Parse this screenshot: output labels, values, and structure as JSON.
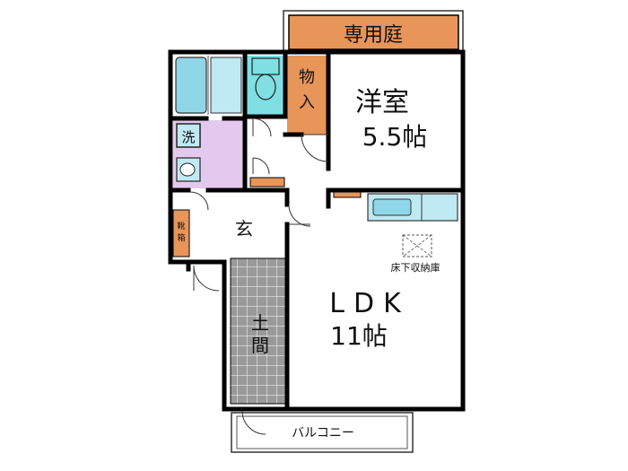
{
  "plan": {
    "rooms": {
      "garden": "専用庭",
      "storage": "物入",
      "western_room": "洋室",
      "western_size": "5.5帖",
      "laundry": "洗",
      "entrance": "玄",
      "shoe_box": "靴箱",
      "ldk": "LDK",
      "ldk_size": "11帖",
      "underfloor_storage": "床下収納庫",
      "doma_1": "土",
      "doma_2": "間",
      "balcony": "バルコニー"
    },
    "colors": {
      "garden": "#e8955a",
      "storage": "#e8955a",
      "shoe_box": "#e8955a",
      "bath": "#8fd6e8",
      "toilet": "#7fdfe3",
      "laundry_room": "#e4c9ef",
      "wall": "#000000",
      "doma": "#9a9a9a"
    }
  }
}
